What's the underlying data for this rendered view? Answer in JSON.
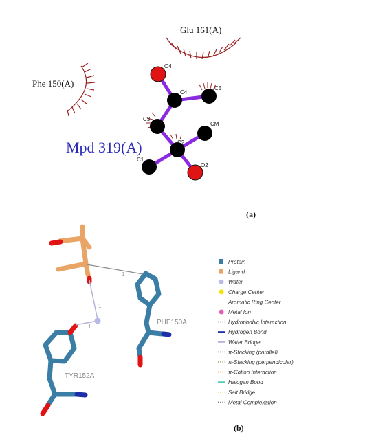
{
  "panel_a": {
    "label": "(a)",
    "ligand_name": "Mpd 319(A)",
    "residues": [
      {
        "name": "Glu 161(A)"
      },
      {
        "name": "Phe 150(A)"
      }
    ],
    "atoms": [
      {
        "label": "O4",
        "element": "O"
      },
      {
        "label": "C4",
        "element": "C"
      },
      {
        "label": "C5",
        "element": "C"
      },
      {
        "label": "C3",
        "element": "C"
      },
      {
        "label": "C2",
        "element": "C"
      },
      {
        "label": "CM",
        "element": "C"
      },
      {
        "label": "C1",
        "element": "C"
      },
      {
        "label": "O2",
        "element": "O"
      }
    ]
  },
  "panel_b": {
    "label": "(b)",
    "residues": [
      {
        "name": "PHE150A"
      },
      {
        "name": "TYR152A"
      }
    ],
    "bridge_labels": [
      "1",
      "1",
      "1"
    ],
    "legend": [
      {
        "label": "Protein",
        "symbol": "square",
        "color": "#3a7ea6"
      },
      {
        "label": "Ligand",
        "symbol": "square",
        "color": "#e8a566"
      },
      {
        "label": "Water",
        "symbol": "circle",
        "color": "#b9b9e8"
      },
      {
        "label": "Charge Center",
        "symbol": "circle",
        "color": "#f2e600"
      },
      {
        "label": "Aromatic Ring Center",
        "symbol": "none",
        "color": "#ffffff"
      },
      {
        "label": "Metal Ion",
        "symbol": "circle",
        "color": "#e35fb0"
      },
      {
        "label": "Hydrophobic Interaction",
        "symbol": "dashed",
        "color": "#888888"
      },
      {
        "label": "Hydrogen Bond",
        "symbol": "solid",
        "color": "#1d2ea8"
      },
      {
        "label": "Water Bridge",
        "symbol": "solid",
        "color": "#b3b3d9"
      },
      {
        "label": "π-Stacking (parallel)",
        "symbol": "dashed",
        "color": "#4cb84c"
      },
      {
        "label": "π-Stacking (perpendicular)",
        "symbol": "dashed",
        "color": "#a0a050"
      },
      {
        "label": "π-Cation Interaction",
        "symbol": "dashed",
        "color": "#e88a2e"
      },
      {
        "label": "Halogen Bond",
        "symbol": "solid",
        "color": "#4fd1b8"
      },
      {
        "label": "Salt Bridge",
        "symbol": "dashed",
        "color": "#f0c060"
      },
      {
        "label": "Metal Complexation",
        "symbol": "dashed",
        "color": "#777777"
      }
    ]
  }
}
